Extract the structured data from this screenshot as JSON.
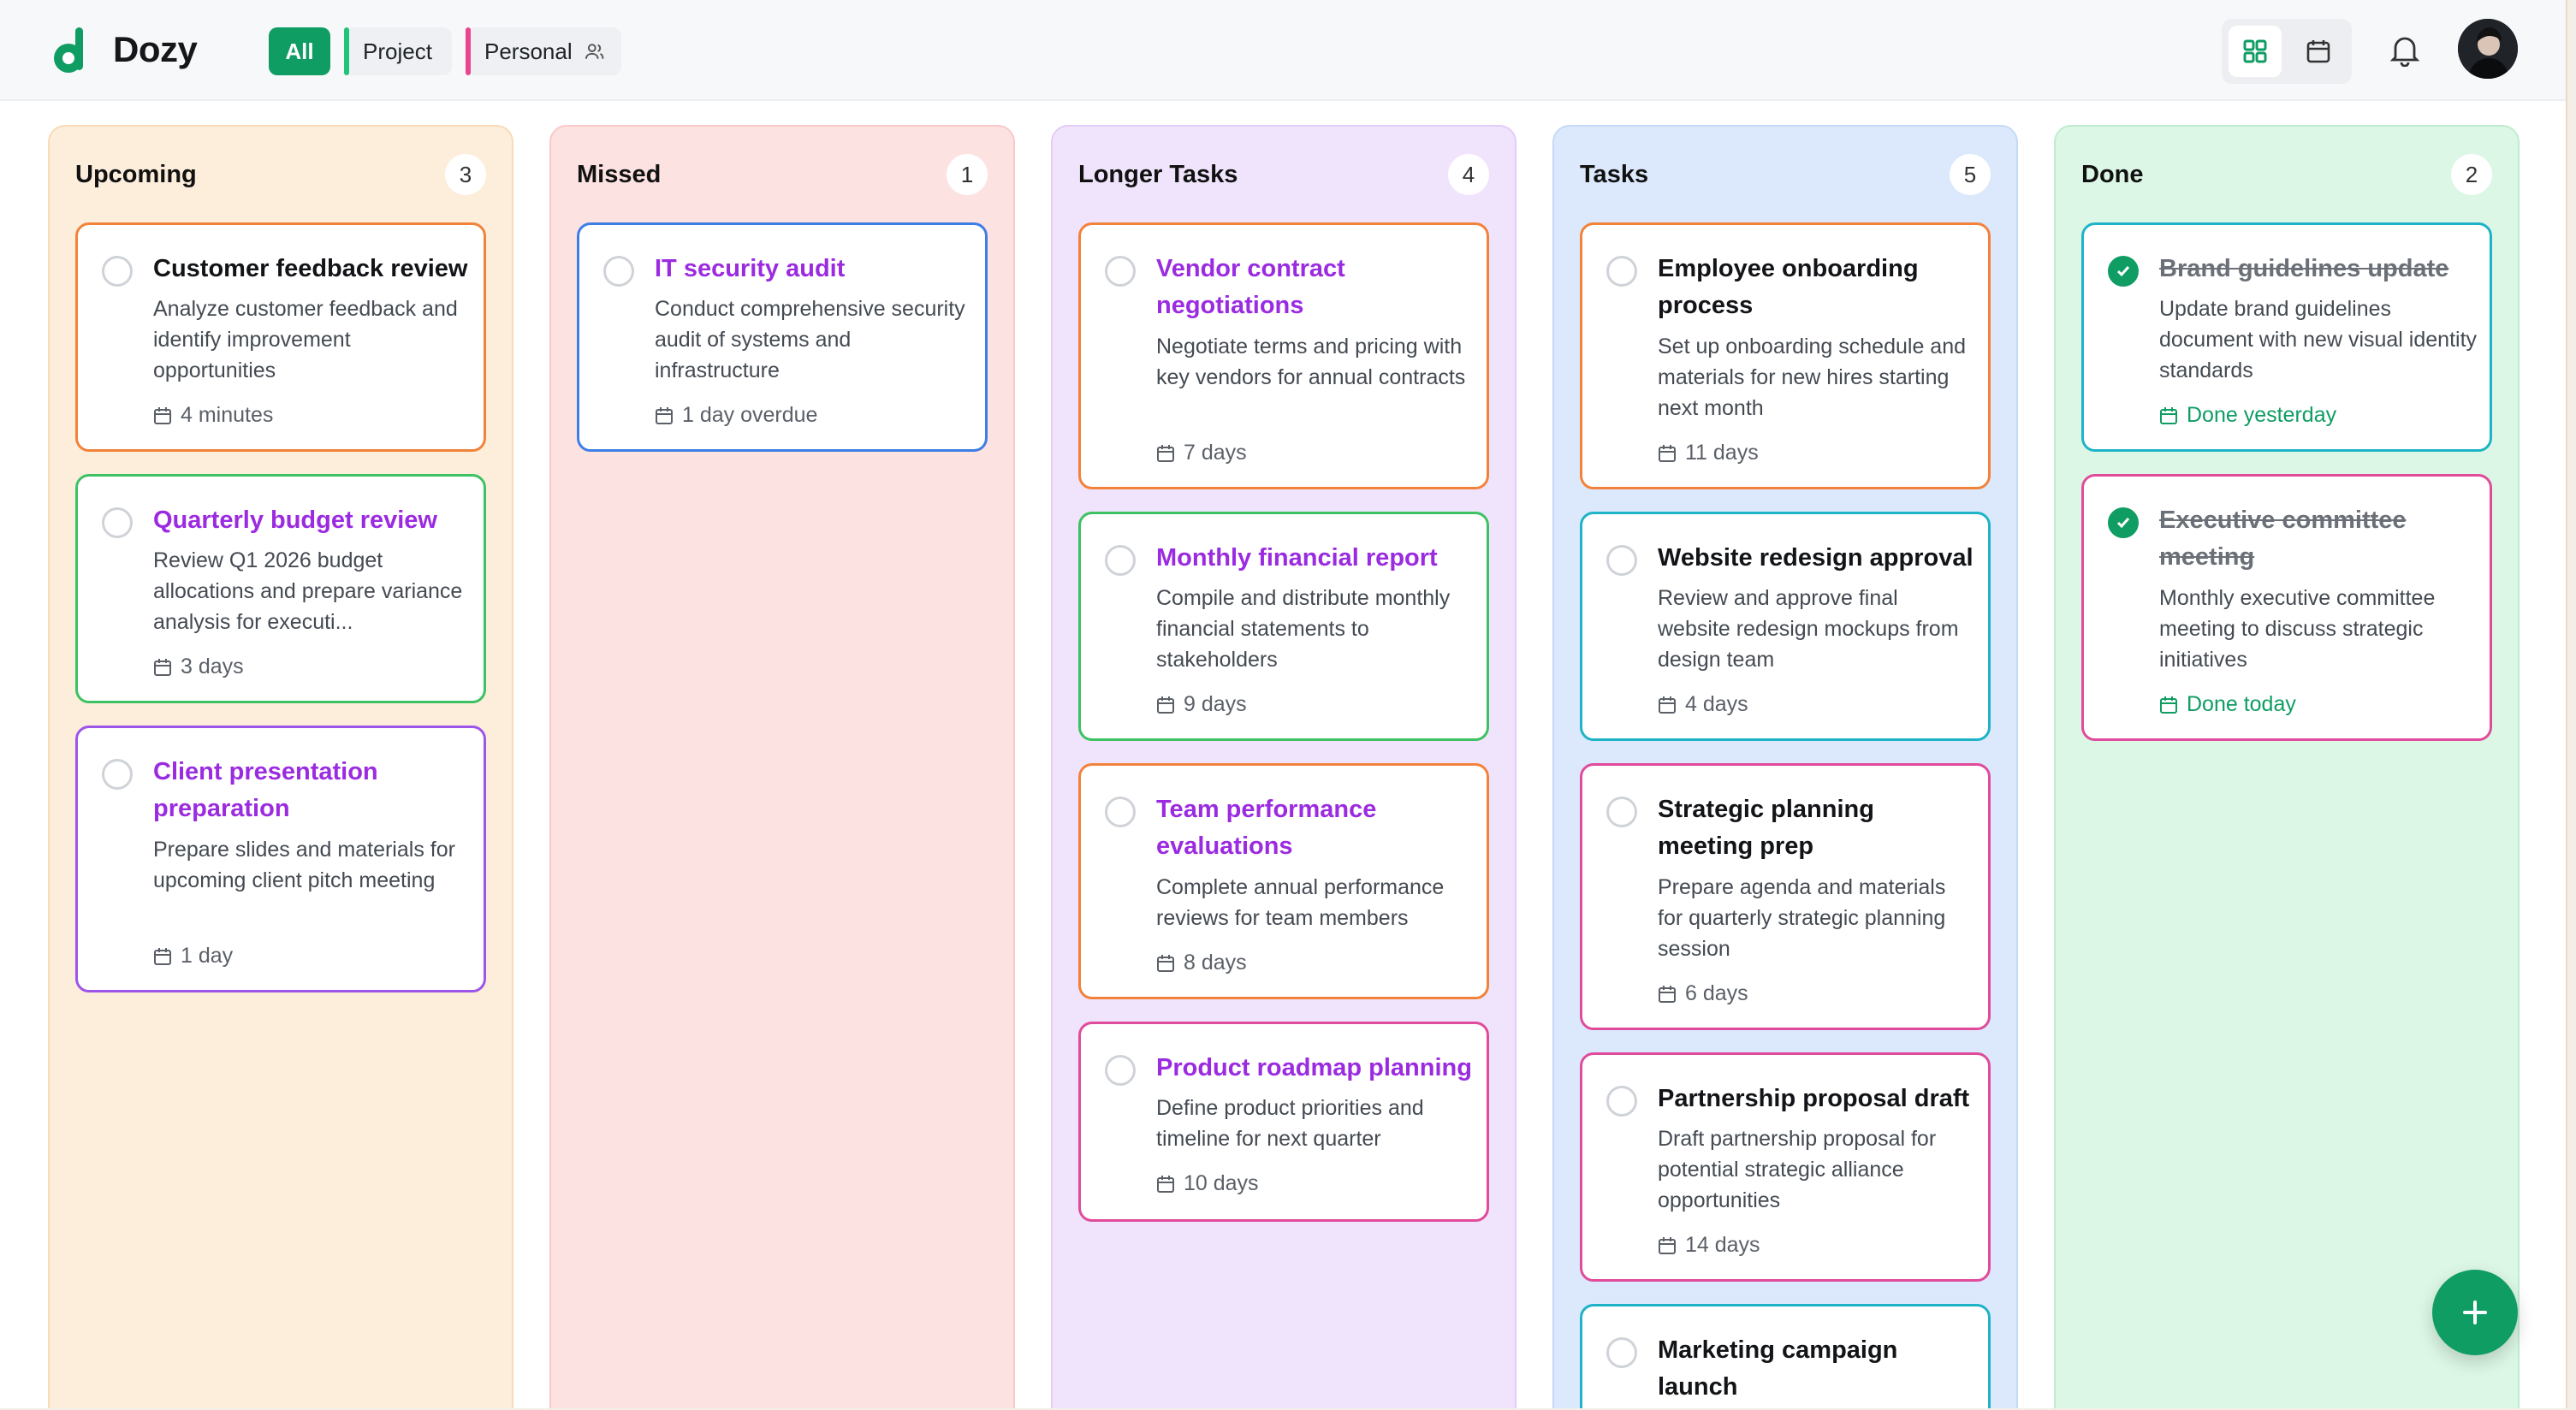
{
  "app": {
    "brand": "Dozy",
    "filters": {
      "all": "All",
      "project": "Project",
      "personal": "Personal"
    },
    "colors": {
      "accent": "#0f9d63",
      "project_bar": "#22c37a",
      "personal_bar": "#e9468f"
    },
    "icons": [
      "logo-icon",
      "people-icon",
      "grid-view-icon",
      "calendar-view-icon",
      "bell-icon",
      "avatar",
      "plus-icon"
    ]
  },
  "columns": [
    {
      "title": "Upcoming",
      "count": "3",
      "cards": [
        {
          "title": "Customer feedback review",
          "desc": "Analyze customer feedback and identify improvement opportunities",
          "meta": "4 minutes"
        },
        {
          "title": "Quarterly budget review",
          "desc": "Review Q1 2026 budget allocations and prepare variance analysis for executi...",
          "meta": "3 days"
        },
        {
          "title": "Client presentation preparation",
          "desc": "Prepare slides and materials for upcoming client pitch meeting",
          "meta": "1 day"
        }
      ]
    },
    {
      "title": "Missed",
      "count": "1",
      "cards": [
        {
          "title": "IT security audit",
          "desc": "Conduct comprehensive security audit of systems and infrastructure",
          "meta": "1 day overdue"
        }
      ]
    },
    {
      "title": "Longer Tasks",
      "count": "4",
      "cards": [
        {
          "title": "Vendor contract negotiations",
          "desc": "Negotiate terms and pricing with key vendors for annual contracts",
          "meta": "7 days"
        },
        {
          "title": "Monthly financial report",
          "desc": "Compile and distribute monthly financial statements to stakeholders",
          "meta": "9 days"
        },
        {
          "title": "Team performance evaluations",
          "desc": "Complete annual performance reviews for team members",
          "meta": "8 days"
        },
        {
          "title": "Product roadmap planning",
          "desc": "Define product priorities and timeline for next quarter",
          "meta": "10 days"
        }
      ]
    },
    {
      "title": "Tasks",
      "count": "5",
      "cards": [
        {
          "title": "Employee onboarding process",
          "desc": "Set up onboarding schedule and materials for new hires starting next month",
          "meta": "11 days"
        },
        {
          "title": "Website redesign approval",
          "desc": "Review and approve final website redesign mockups from design team",
          "meta": "4 days"
        },
        {
          "title": "Strategic planning meeting prep",
          "desc": "Prepare agenda and materials for quarterly strategic planning session",
          "meta": "6 days"
        },
        {
          "title": "Partnership proposal draft",
          "desc": "Draft partnership proposal for potential strategic alliance opportunities",
          "meta": "14 days"
        },
        {
          "title": "Marketing campaign launch",
          "desc": "",
          "meta": ""
        }
      ]
    },
    {
      "title": "Done",
      "count": "2",
      "cards": [
        {
          "title": "Brand guidelines update",
          "desc": "Update brand guidelines document with new visual identity standards",
          "meta": "Done yesterday"
        },
        {
          "title": "Executive committee meeting",
          "desc": "Monthly executive committee meeting to discuss strategic initiatives",
          "meta": "Done today"
        }
      ]
    }
  ]
}
